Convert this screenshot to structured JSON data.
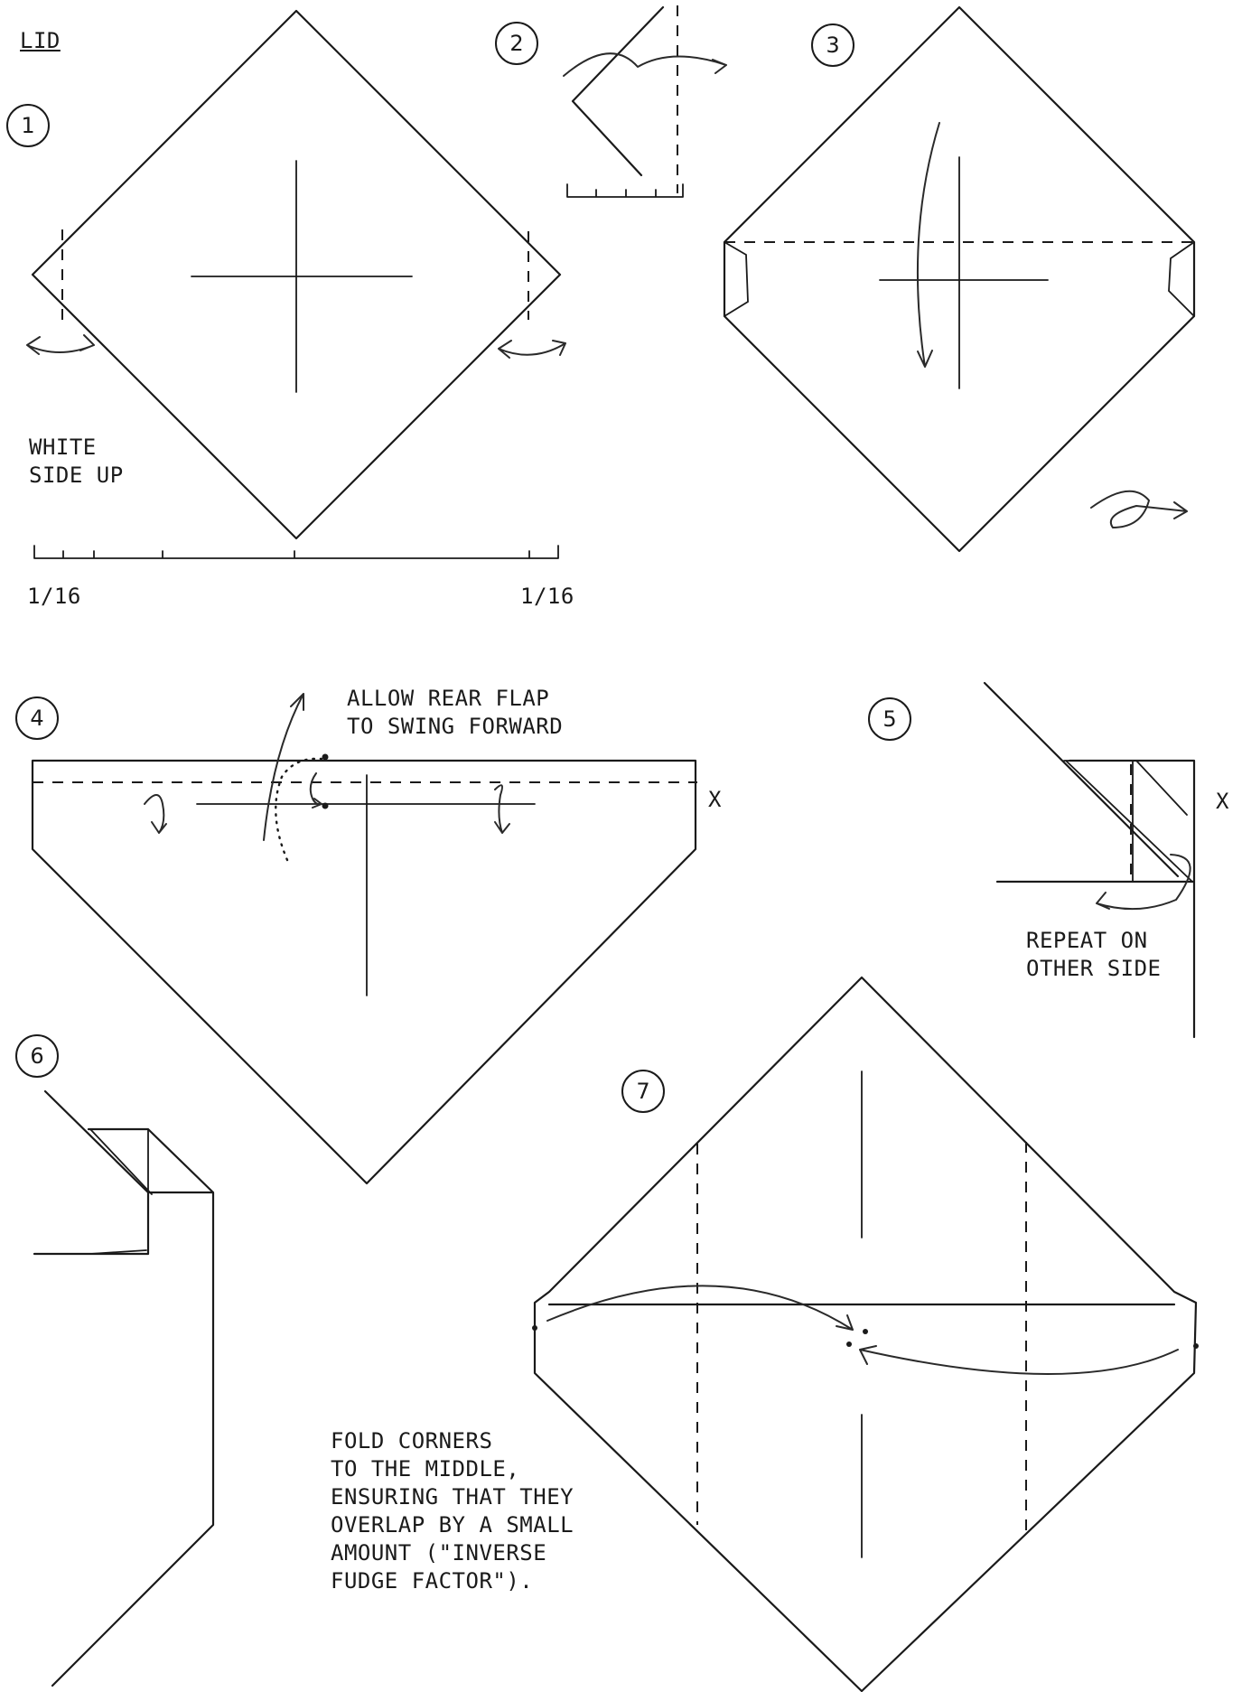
{
  "title": "LID",
  "steps": [
    {
      "number": "1",
      "labels": {
        "note": "WHITE\nSIDE UP",
        "left_measure": "1/16",
        "right_measure": "1/16"
      }
    },
    {
      "number": "2"
    },
    {
      "number": "3"
    },
    {
      "number": "4",
      "labels": {
        "note": "ALLOW REAR FLAP\nTO SWING FORWARD",
        "marker": "X"
      }
    },
    {
      "number": "5",
      "labels": {
        "note": "REPEAT ON\nOTHER SIDE",
        "marker": "X"
      }
    },
    {
      "number": "6"
    },
    {
      "number": "7",
      "labels": {
        "note": "FOLD CORNERS\nTO THE MIDDLE,\nENSURING THAT THEY\nOVERLAP BY A SMALL\nAMOUNT (\"INVERSE\nFUDGE FACTOR\")."
      }
    }
  ],
  "colors": {
    "ink": "#1a1a1a",
    "paper": "#ffffff"
  }
}
